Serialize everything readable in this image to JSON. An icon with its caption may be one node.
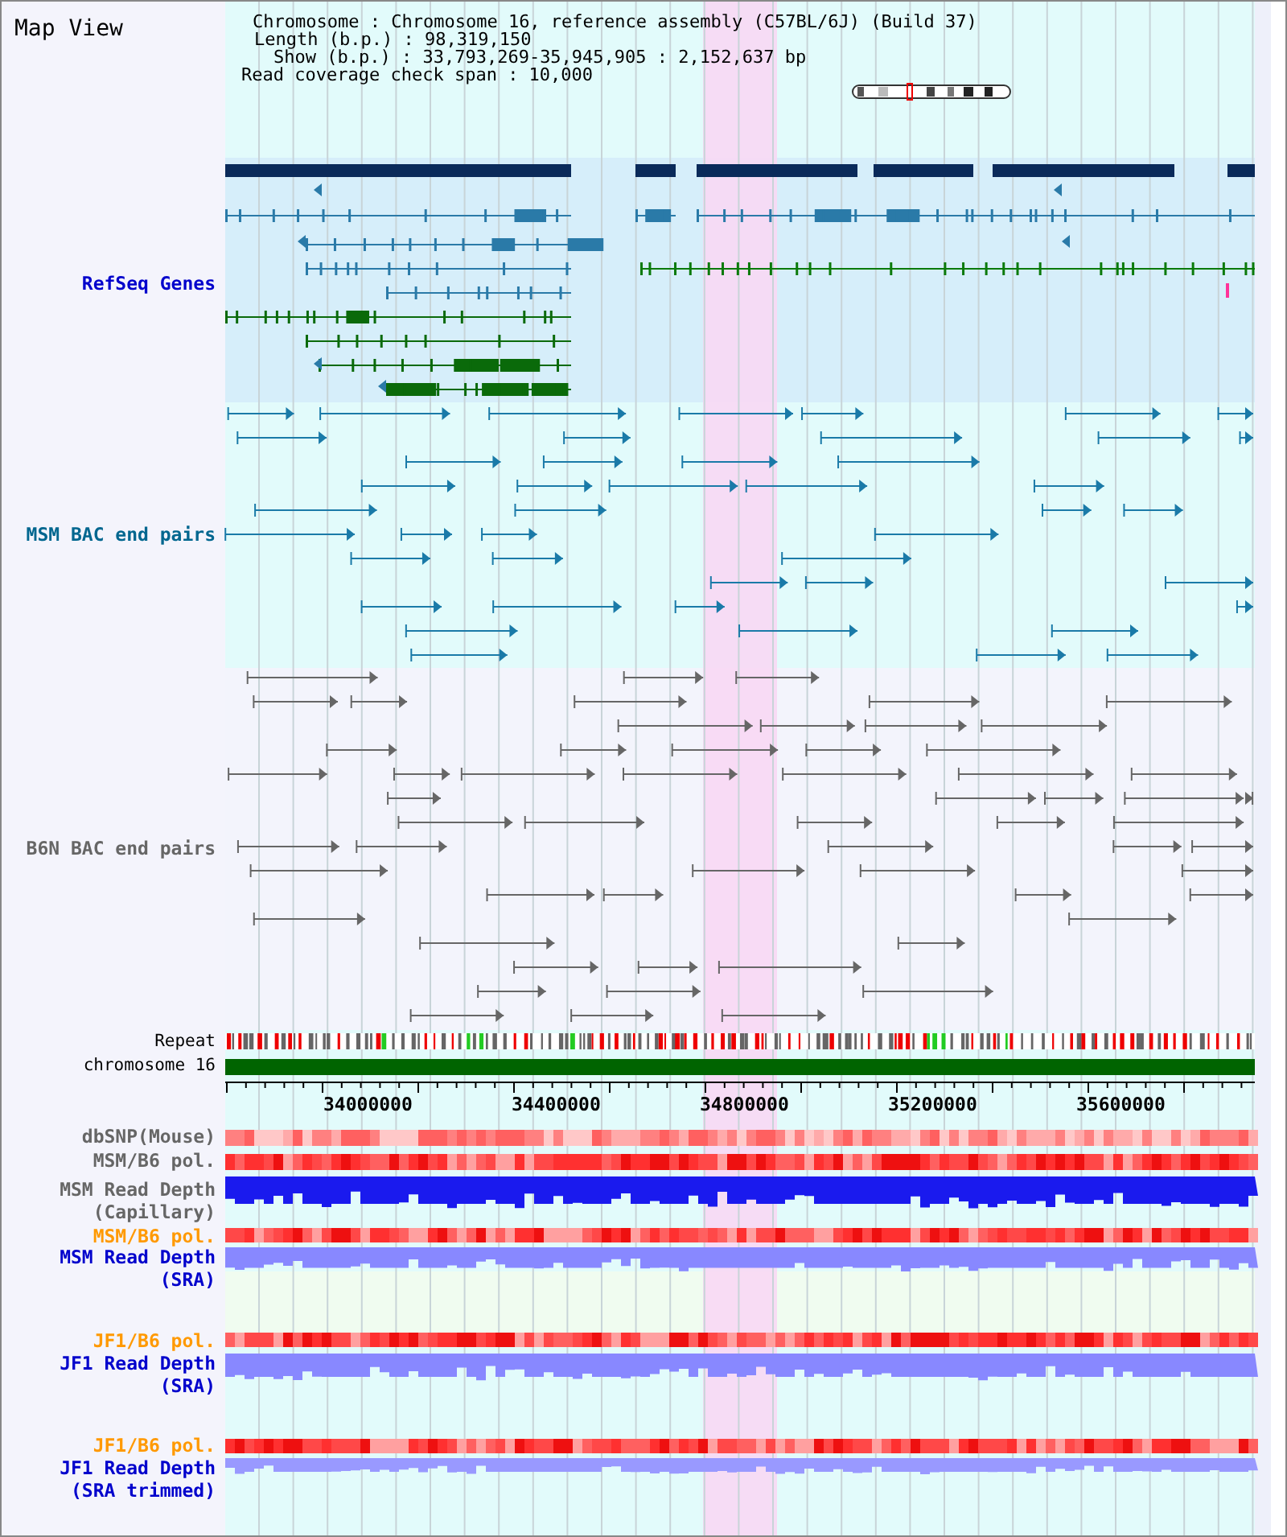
{
  "diagram": {
    "title": "Map View",
    "labels": [
      "Chromosome : Chromosome 16, reference assembly (C57BL/6J) (Build 37)",
      "Length (b.p.) : 98,319,150",
      "Show (b.p.) : 33,793,269-35,945,905 : 2,152,637 bp",
      "Read coverage check span : 10,000",
      "RefSeq Genes",
      "MSM BAC end pairs",
      "B6N BAC end pairs",
      "Repeat",
      "chromosome 16",
      "34000000",
      "34400000",
      "34800000",
      "35200000",
      "35600000",
      "dbSNP(Mouse)",
      "MSM/B6 pol.",
      "MSM Read Depth (Capillary)",
      "MSM/B6 pol.",
      "MSM Read Depth (SRA)",
      "JF1/B6 pol.",
      "JF1 Read Depth (SRA)",
      "JF1/B6 pol.",
      "JF1 Read Depth (SRA trimmed)"
    ]
  }
}
